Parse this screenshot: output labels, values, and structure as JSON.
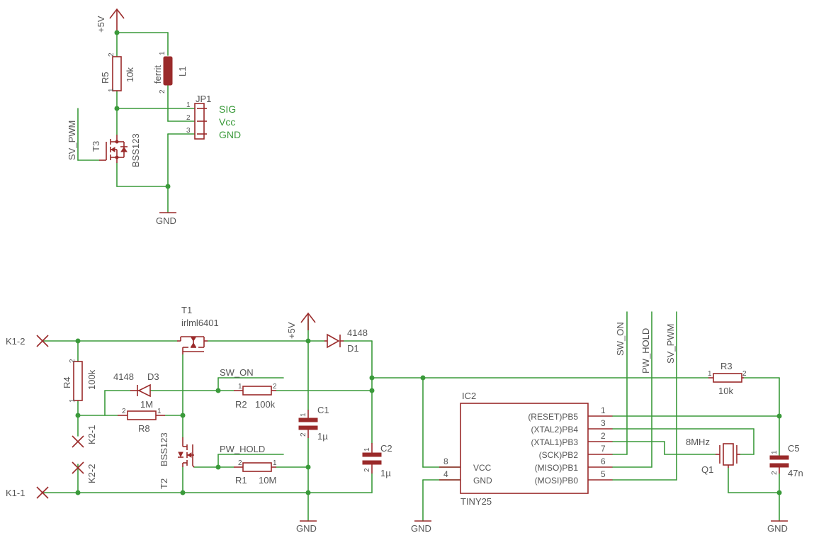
{
  "supply": {
    "plus5v_top": "+5V",
    "plus5v_bottom": "+5V",
    "gnd": "GND"
  },
  "servo": {
    "r5": {
      "name": "R5",
      "value": "10k"
    },
    "l1": {
      "name": "L1",
      "value": "ferrit"
    },
    "t3": {
      "name": "T3",
      "value": "BSS123"
    },
    "jp1": {
      "name": "JP1",
      "pins": [
        "SIG",
        "Vcc",
        "GND"
      ]
    },
    "net_in": "SV_PWM"
  },
  "power": {
    "connectors": {
      "k1_2": "K1-2",
      "k1_1": "K1-1",
      "k2_1": "K2-1",
      "k2_2": "K2-2"
    },
    "t1": {
      "name": "T1",
      "value": "irlml6401"
    },
    "t2": {
      "name": "T2",
      "value": "BSS123"
    },
    "r4": {
      "name": "R4",
      "value": "100k"
    },
    "r8": {
      "name": "R8",
      "value": "1M"
    },
    "r2": {
      "name": "R2",
      "value": "100k"
    },
    "r1": {
      "name": "R1",
      "value": "10M"
    },
    "c1": {
      "name": "C1",
      "value": "1µ"
    },
    "c2": {
      "name": "C2",
      "value": "1µ"
    },
    "d1": {
      "name": "D1",
      "value": "4148"
    },
    "d3": {
      "name": "D3",
      "value": "4148"
    },
    "nets": {
      "sw_on": "SW_ON",
      "pw_hold": "PW_HOLD"
    }
  },
  "mcu": {
    "name": "IC2",
    "value": "TINY25",
    "left_pins": [
      {
        "num": "8",
        "label": "VCC"
      },
      {
        "num": "4",
        "label": "GND"
      }
    ],
    "right_pins": [
      {
        "num": "1",
        "label": "(RESET)PB5"
      },
      {
        "num": "3",
        "label": "(XTAL2)PB4"
      },
      {
        "num": "2",
        "label": "(XTAL1)PB3"
      },
      {
        "num": "7",
        "label": "(SCK)PB2"
      },
      {
        "num": "6",
        "label": "(MISO)PB1"
      },
      {
        "num": "5",
        "label": "(MOSI)PB0"
      }
    ],
    "nets_top": [
      "SW_ON",
      "PW_HOLD",
      "SV_PWM"
    ],
    "r3": {
      "name": "R3",
      "value": "10k"
    },
    "q1": {
      "name": "Q1",
      "value": "8MHz"
    },
    "c5": {
      "name": "C5",
      "value": "47n"
    }
  },
  "pin_numbers": {
    "one": "1",
    "two": "2",
    "three": "3"
  }
}
